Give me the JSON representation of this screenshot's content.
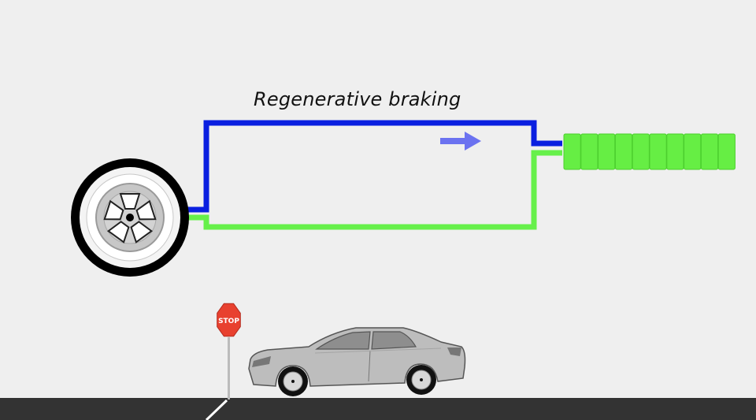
{
  "diagram": {
    "title": "Regenerative braking",
    "sign_text": "STOP",
    "battery_cells": 10,
    "colors": {
      "background": "#efefef",
      "power_line": "#0a1fe0",
      "return_line": "#66f04a",
      "flow_arrow": "#6b72f0",
      "battery": "#66ee44",
      "battery_edge": "#4ccf2e",
      "road": "#333333",
      "sign": "#e8412f",
      "car_body": "#bdbdbd",
      "tire": "#000000"
    }
  }
}
